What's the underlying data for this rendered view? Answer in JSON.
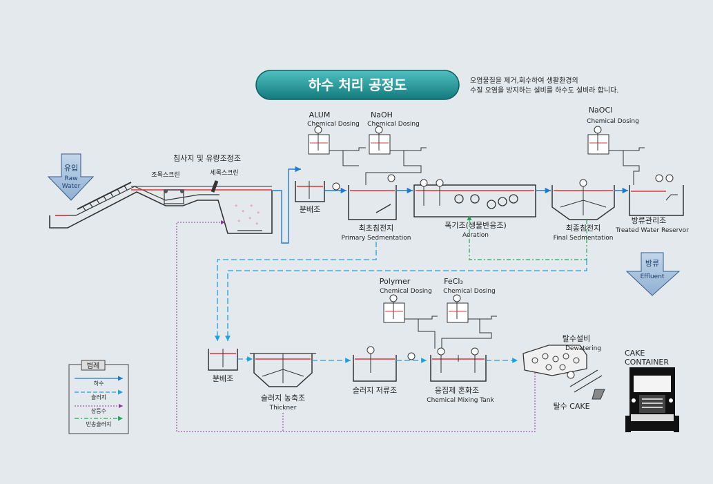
{
  "colors": {
    "background": "#e3e9ec",
    "sewage": "#1f7bd0",
    "sludge": "#1aa2e0",
    "supernatant": "#8a3a9a",
    "return_sludge": "#22a855",
    "title_badge": "#1a8a8c",
    "water_line": "#e2333a",
    "arrow_fill": "#a7c2dd"
  },
  "title": {
    "text": "하수 처리 공정도",
    "description_line1": "오염물질을 제거,회수하여 생활환경의",
    "description_line2": "수질 오염을 방지하는 설비를 하수도 설비라 합니다."
  },
  "inflow": {
    "ko": "유입",
    "en1": "Raw",
    "en2": "Water"
  },
  "effluent": {
    "ko": "방류",
    "en": "Effluent"
  },
  "grit": {
    "title": "침사지 및 유량조정조",
    "coarse_screen": "조목스크린",
    "fine_screen": "세목스크린"
  },
  "chemicals": {
    "alum": {
      "name": "ALUM",
      "sub": "Chemical Dosing"
    },
    "naoh": {
      "name": "NaOH",
      "sub": "Chemical Dosing"
    },
    "naocl": {
      "name": "NaOCl",
      "sub": "Chemical Dosing"
    },
    "polymer": {
      "name": "Polymer",
      "sub": "Chemical Dosing"
    },
    "fecl3": {
      "name": "FeCl₃",
      "sub": "Chemical Dosing"
    }
  },
  "units": {
    "distribution_top": "분배조",
    "primary_ko": "최초침전지",
    "primary_en": "Primary Sedmentation",
    "aeration_ko": "폭기조(생물반응조)",
    "aeration_en": "Aeration",
    "final_ko": "최종침전지",
    "final_en": "Final Sedmentation",
    "reservoir_ko": "방류관리조",
    "reservoir_en": "Treated Water Reservor",
    "distribution_bottom": "분배조",
    "thickener_ko": "슬러지 농축조",
    "thickener_en": "Thickner",
    "storage_ko": "슬러지 저류조",
    "mixing_ko": "응집제 혼화조",
    "mixing_en": "Chemical Mixing Tank",
    "dewatering_ko": "탈수설비",
    "dewatering_en": "Dewatering",
    "cake_ko": "탈수 CAKE",
    "container_line1": "CAKE",
    "container_line2": "CONTAINER"
  },
  "legend": {
    "title": "범례",
    "items": [
      {
        "label": "하수"
      },
      {
        "label": "슬러지"
      },
      {
        "label": "상등수"
      },
      {
        "label": "반송슬러지"
      }
    ]
  }
}
